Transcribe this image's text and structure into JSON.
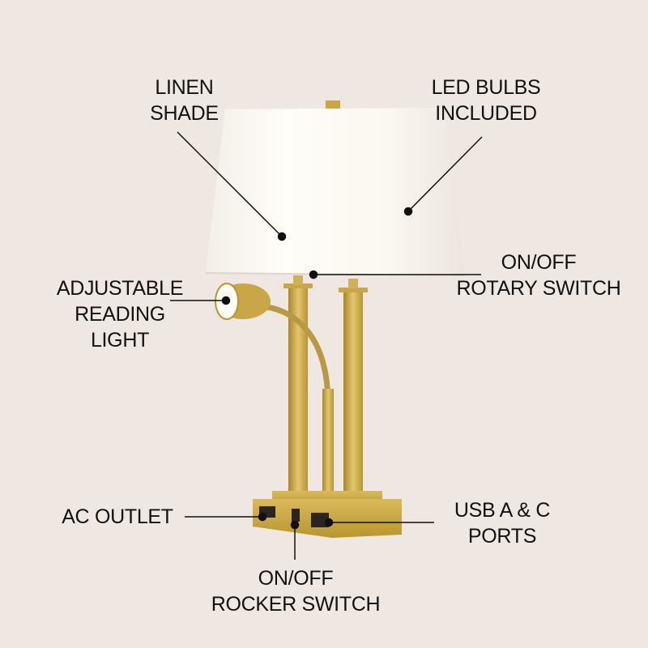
{
  "background_color": "#efe7e2",
  "product": "Brass table lamp with linen shade",
  "callouts": [
    {
      "id": "linen-shade",
      "lines": [
        "LINEN",
        "SHADE"
      ]
    },
    {
      "id": "led-bulbs",
      "lines": [
        "LED BULBS",
        "INCLUDED"
      ]
    },
    {
      "id": "rotary-switch",
      "lines": [
        "ON/OFF",
        "ROTARY SWITCH"
      ]
    },
    {
      "id": "reading-light",
      "lines": [
        "ADJUSTABLE",
        "READING",
        "LIGHT"
      ]
    },
    {
      "id": "ac-outlet",
      "lines": [
        "AC OUTLET"
      ]
    },
    {
      "id": "usb-ports",
      "lines": [
        "USB A & C",
        "PORTS"
      ]
    },
    {
      "id": "rocker-switch",
      "lines": [
        "ON/OFF",
        "ROCKER SWITCH"
      ]
    }
  ],
  "colors": {
    "brass": "#c9a648",
    "brass_dark": "#a8862e",
    "shade": "#f8f4ee",
    "text": "#111111"
  }
}
